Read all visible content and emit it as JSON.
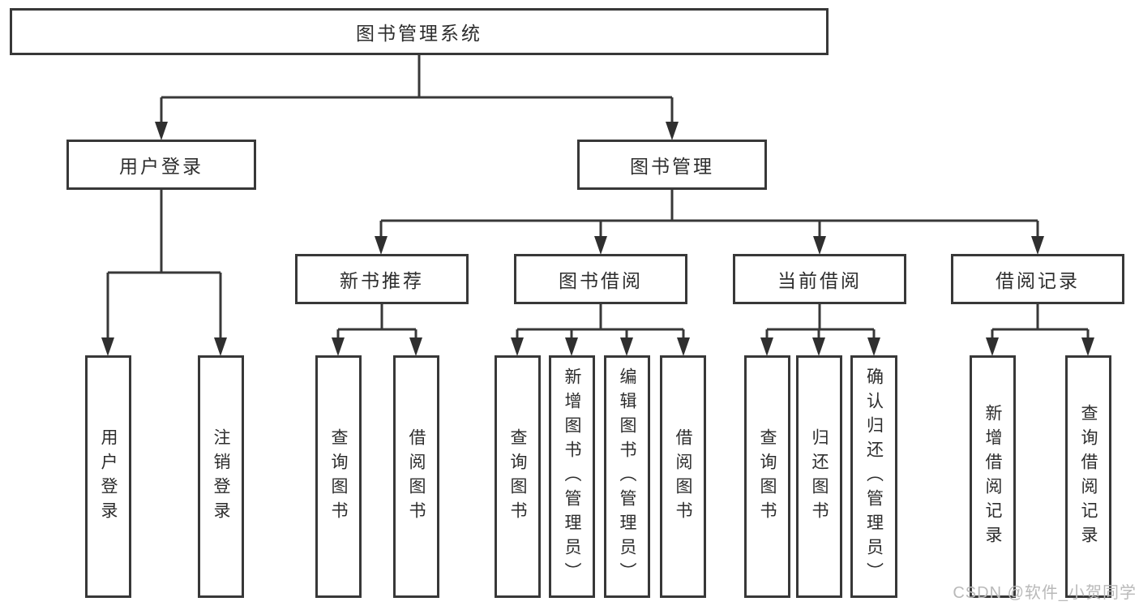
{
  "diagram": {
    "root": {
      "label": "图书管理系统"
    },
    "level2": [
      {
        "label": "用户登录"
      },
      {
        "label": "图书管理"
      }
    ],
    "level3": [
      {
        "label": "新书推荐"
      },
      {
        "label": "图书借阅"
      },
      {
        "label": "当前借阅"
      },
      {
        "label": "借阅记录"
      }
    ],
    "leaves": {
      "user_login": [
        {
          "label": "用户登录"
        },
        {
          "label": "注销登录"
        }
      ],
      "new_book": [
        {
          "label": "查询图书"
        },
        {
          "label": "借阅图书"
        }
      ],
      "book_borrow": [
        {
          "label": "查询图书"
        },
        {
          "label": "新增图书（管理员）"
        },
        {
          "label": "编辑图书（管理员）"
        },
        {
          "label": "借阅图书"
        }
      ],
      "current_borrow": [
        {
          "label": "查询图书"
        },
        {
          "label": "归还图书"
        },
        {
          "label": "确认归还（管理员）"
        }
      ],
      "records": [
        {
          "label": "新增借阅记录"
        },
        {
          "label": "查询借阅记录"
        }
      ]
    },
    "colors": {
      "line": "#383838",
      "arrow_fill": "#2f2f2f",
      "text": "#2d2d2d",
      "watermark": "#b9b9b9",
      "background": "#ffffff"
    },
    "watermark": "CSDN @软件_小贺同学"
  }
}
